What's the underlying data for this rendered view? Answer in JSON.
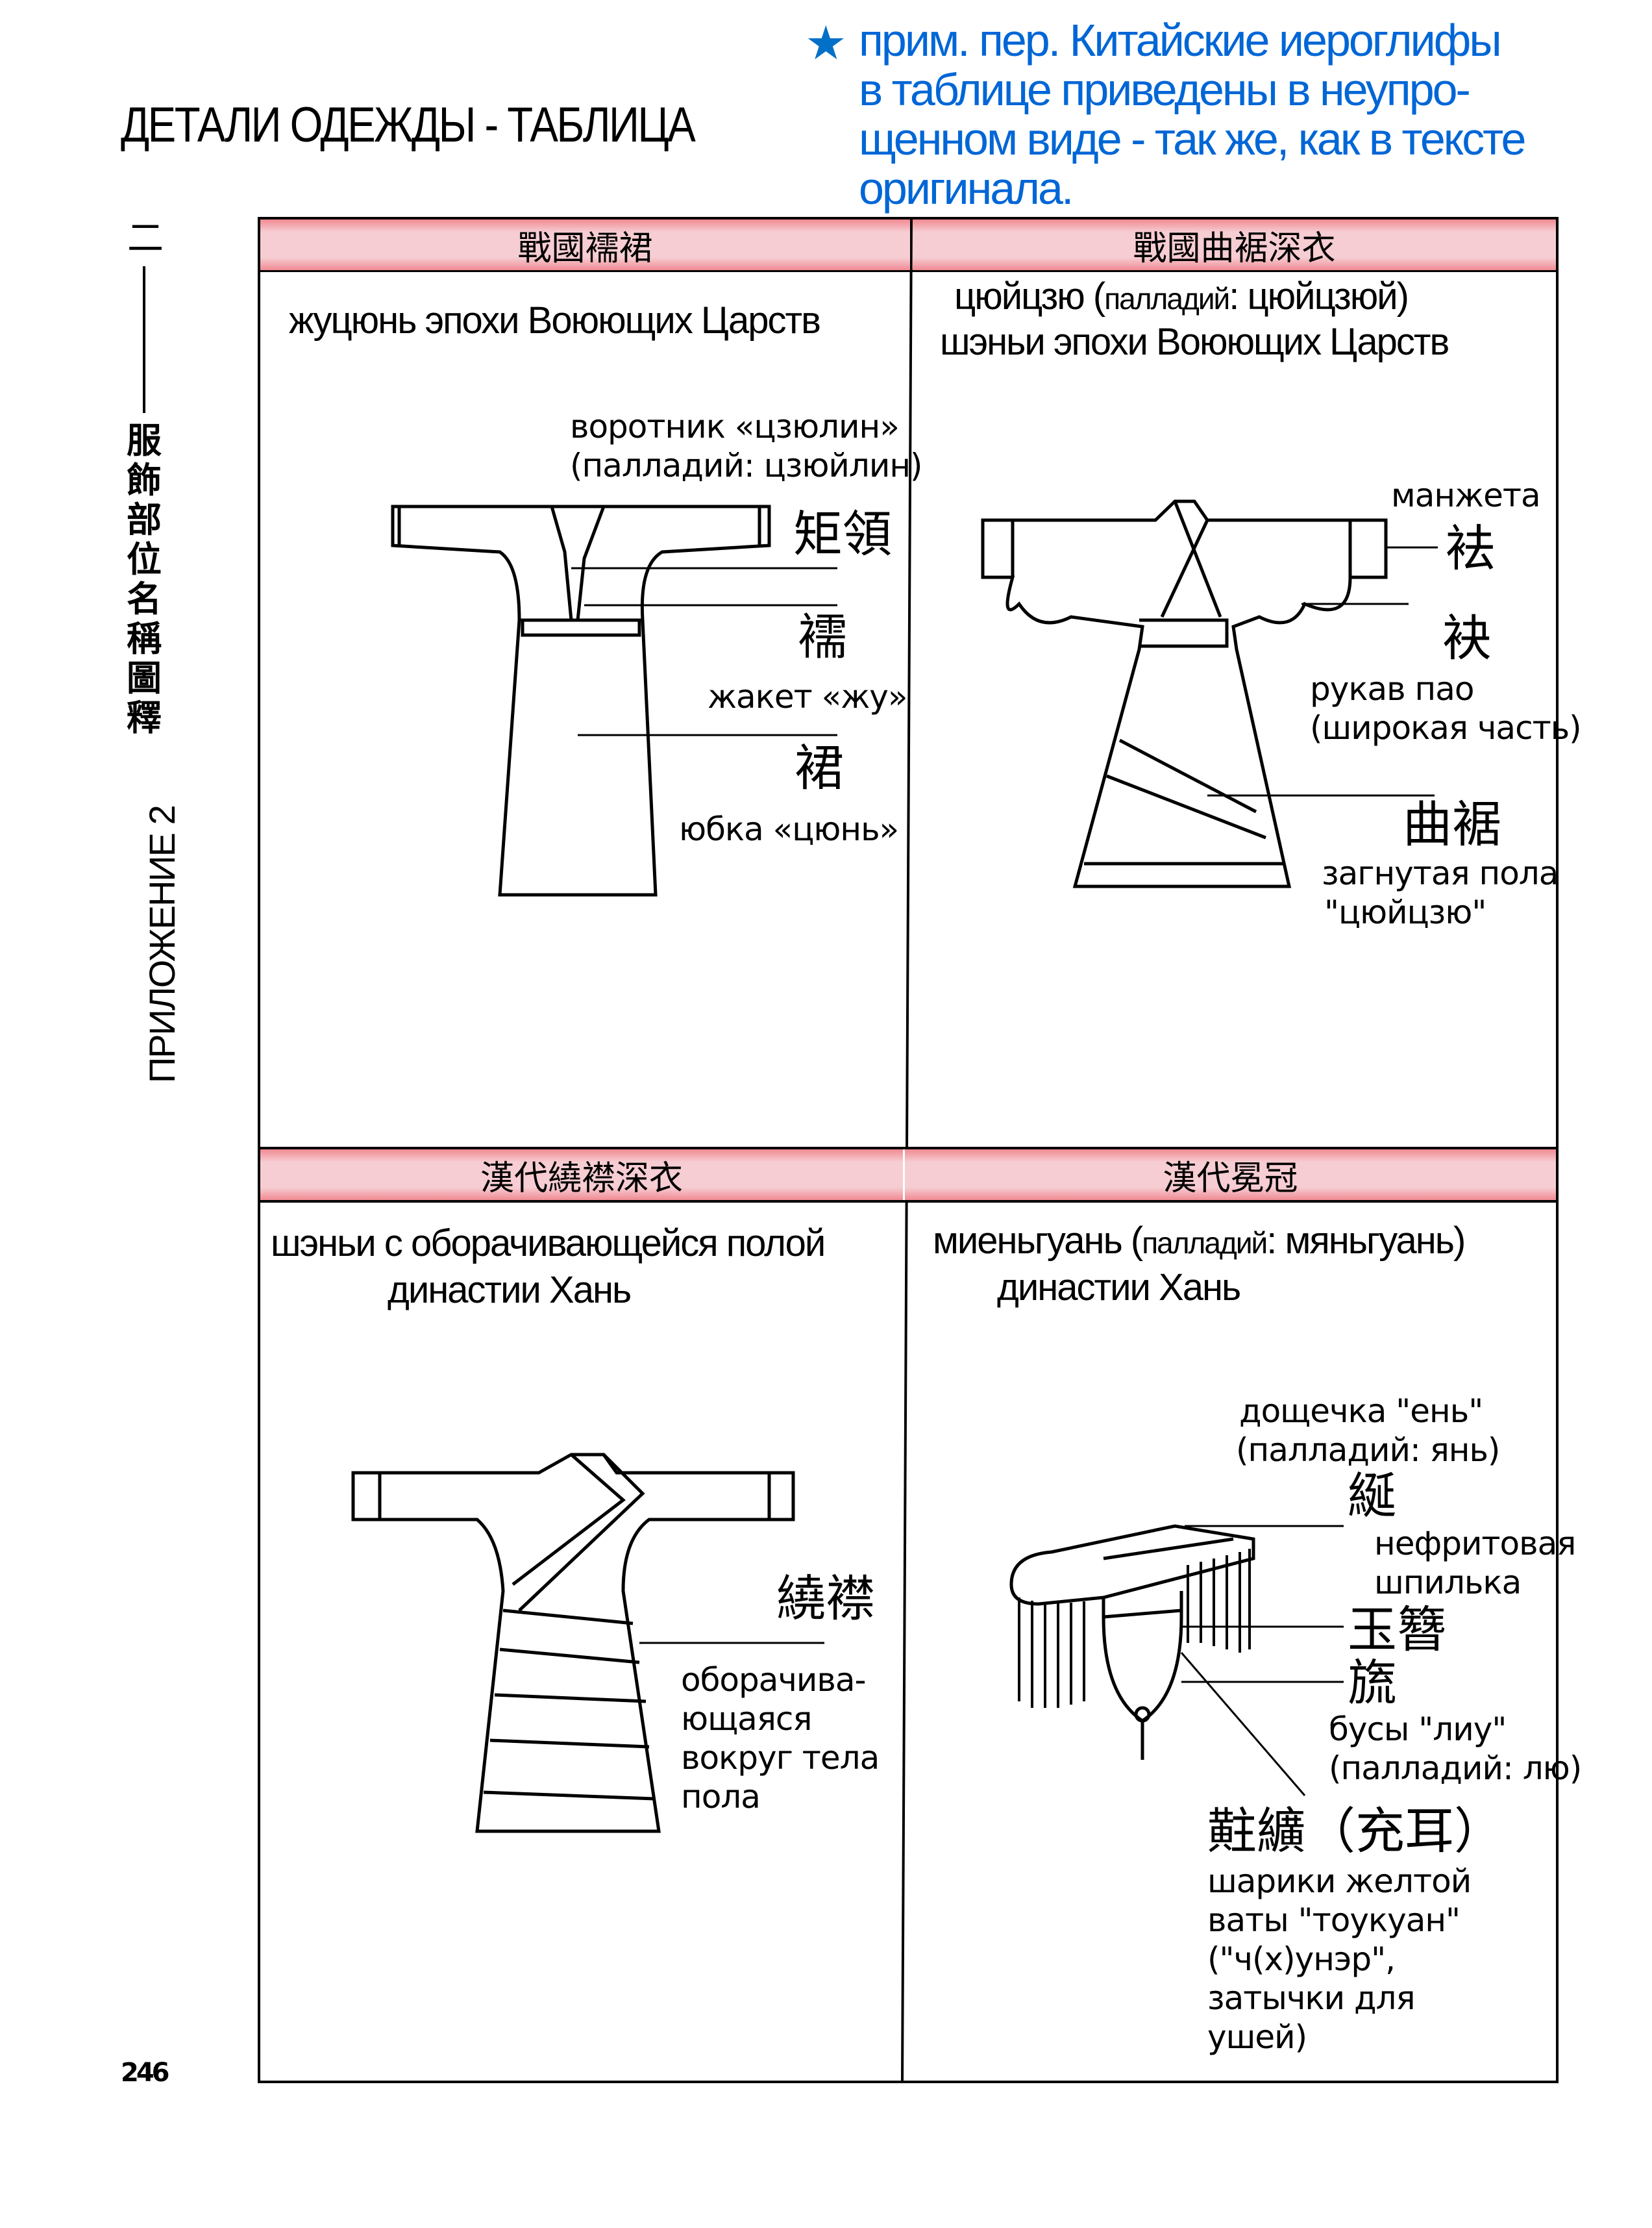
{
  "page_title": "ДЕТАЛИ ОДЕЖДЫ - ТАБЛИЦА",
  "translator_note": {
    "icon": "star-icon",
    "color": "#0066d6",
    "lines": [
      "прим. пер. Китайские иероглифы",
      "в таблице приведены в неупро-",
      "щенном виде - так же, как в тексте",
      "оригинала."
    ]
  },
  "sidebar": {
    "number_cjk": "二",
    "title_cjk": "服飾部位名稱圖釋",
    "title_ru": "ПРИЛОЖЕНИЕ 2"
  },
  "page_number": "246",
  "header_color": "#f6cdd2",
  "cells": [
    {
      "header": "戰國襦裙",
      "subtitle": [
        "жуцюнь эпохи Воюющих Царств"
      ],
      "labels": {
        "collar_ru": "воротник «цзюлин»",
        "collar_pal": "(палладий: цзюйлин)",
        "collar_cjk": "矩領",
        "jacket_cjk": "襦",
        "jacket_ru": "жакет «жу»",
        "skirt_cjk": "裙",
        "skirt_ru": "юбка «цюнь»"
      }
    },
    {
      "header": "戰國曲裾深衣",
      "subtitle_main1": "цюйцзю (",
      "subtitle_small": "палладий",
      "subtitle_main2": ": цюйцзюй)",
      "subtitle_line2": "шэньи эпохи Воюющих Царств",
      "labels": {
        "cuff_ru": "манжета",
        "cuff_cjk": "袪",
        "sleeve_cjk": "袂",
        "sleeve_ru1": "рукав пао",
        "sleeve_ru2": "(широкая часть)",
        "flap_cjk": "曲裾",
        "flap_ru1": "загнутая пола",
        "flap_ru2": "\"цюйцзю\""
      }
    },
    {
      "header": "漢代繞襟深衣",
      "subtitle": [
        "шэньи с оборачивающейся полой",
        "династии Хань"
      ],
      "labels": {
        "wrap_cjk": "繞襟",
        "wrap_ru": [
          "оборачива-",
          "ющаяся",
          "вокруг тела",
          "пола"
        ]
      }
    },
    {
      "header": "漢代冕冠",
      "subtitle_main1": "миеньгуань (",
      "subtitle_small": "палладий",
      "subtitle_main2": ": мяньгуань)",
      "subtitle_line2": "династии Хань",
      "labels": {
        "board_ru": "дощечка \"ень\"",
        "board_pal": "(палладий: янь)",
        "board_cjk": "綖",
        "pin_ru1": "нефритовая",
        "pin_ru2": "шпилька",
        "pin_cjk": "玉簪",
        "beads_cjk": "旒",
        "beads_ru": "бусы \"лиу\"",
        "beads_pal": "(палладий: лю)",
        "ear_cjk": "黈纊（充耳）",
        "ear_ru": [
          "шарики желтой",
          "ваты \"тоукуан\"",
          "(\"ч(х)унэр\",",
          "затычки для",
          "ушей)"
        ]
      }
    }
  ]
}
